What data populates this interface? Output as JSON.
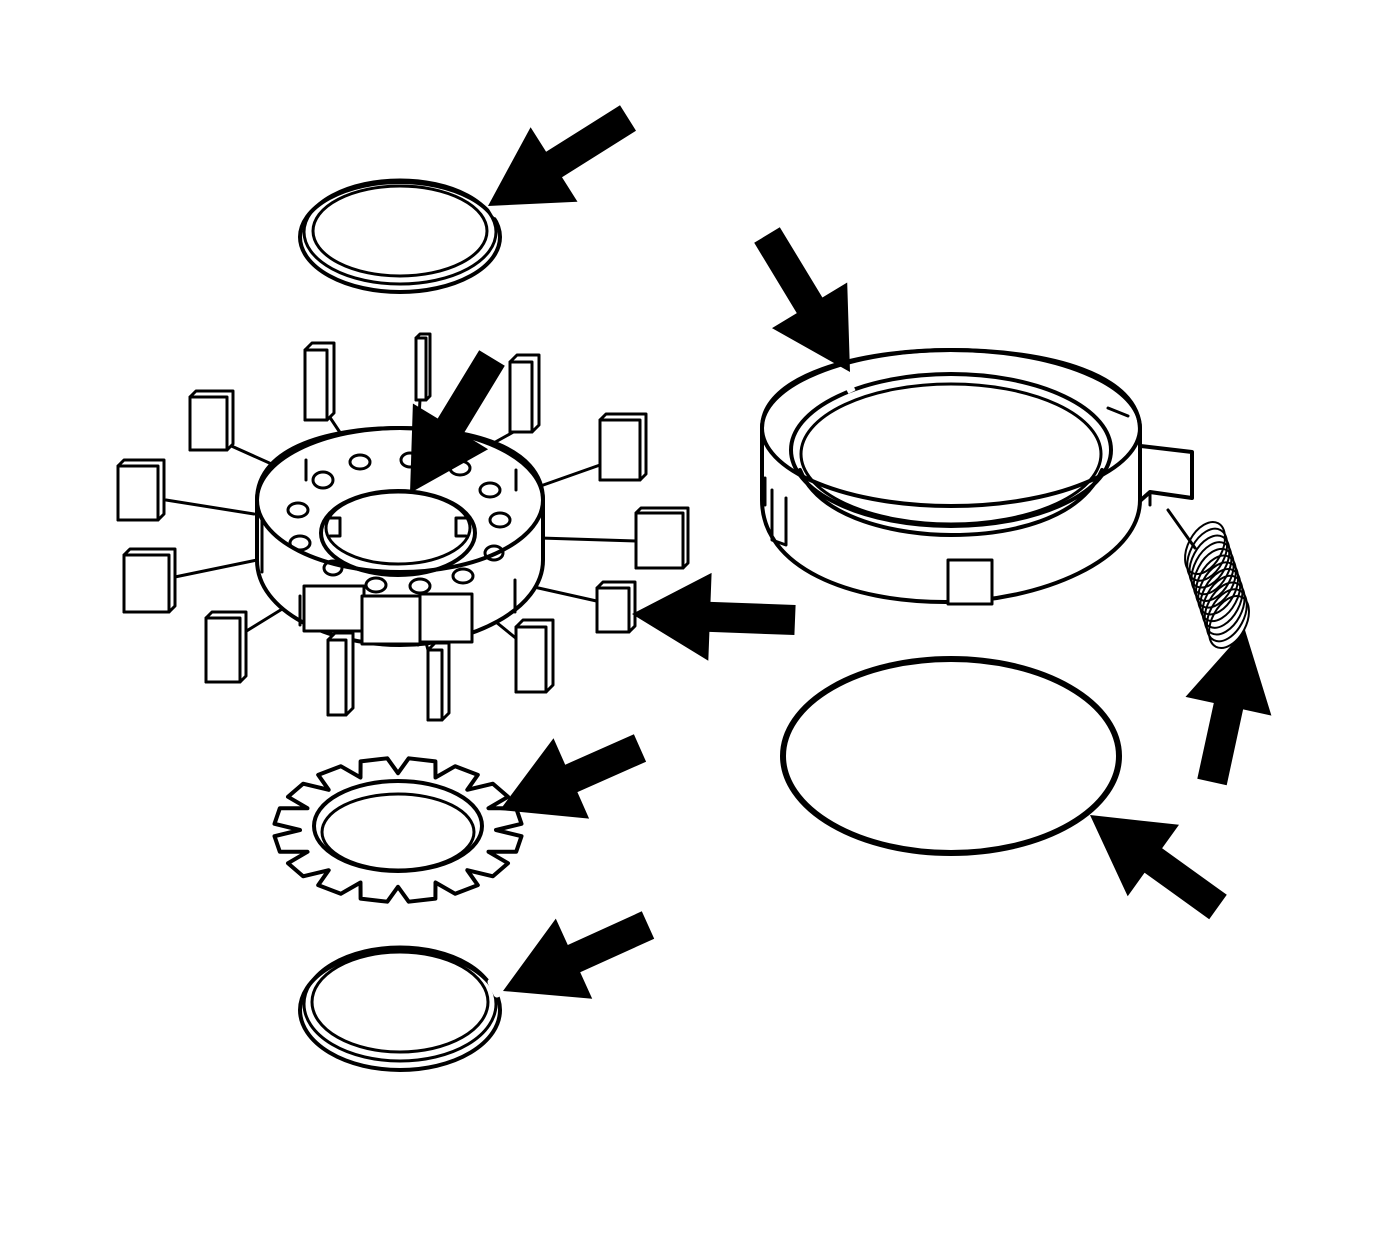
{
  "diagram": {
    "background_color": "#ffffff",
    "ink_color": "#000000",
    "style": "black line-art exploded parts view",
    "labels": []
  },
  "parts": [
    {
      "id": "upper-snap-ring",
      "kind": "snap ring"
    },
    {
      "id": "clutch-race-with-rollers",
      "kind": "roller clutch race with rollers and springs"
    },
    {
      "id": "toothed-lock-washer",
      "kind": "external tooth washer"
    },
    {
      "id": "lower-snap-ring",
      "kind": "snap ring"
    },
    {
      "id": "servo-band-ring",
      "kind": "band / ring with lug"
    },
    {
      "id": "coil-spring",
      "kind": "coil spring"
    },
    {
      "id": "o-ring-seal",
      "kind": "o-ring seal"
    }
  ],
  "callout_arrows": [
    {
      "id": "arrow-upper-snap-ring",
      "points_to": "upper-snap-ring"
    },
    {
      "id": "arrow-race-center",
      "points_to": "clutch-race-with-rollers"
    },
    {
      "id": "arrow-roller",
      "points_to": "clutch-race-with-rollers"
    },
    {
      "id": "arrow-lock-washer",
      "points_to": "toothed-lock-washer"
    },
    {
      "id": "arrow-lower-snap-ring",
      "points_to": "lower-snap-ring"
    },
    {
      "id": "arrow-band-ring",
      "points_to": "servo-band-ring"
    },
    {
      "id": "arrow-coil-spring",
      "points_to": "coil-spring"
    },
    {
      "id": "arrow-o-ring",
      "points_to": "o-ring-seal"
    }
  ]
}
